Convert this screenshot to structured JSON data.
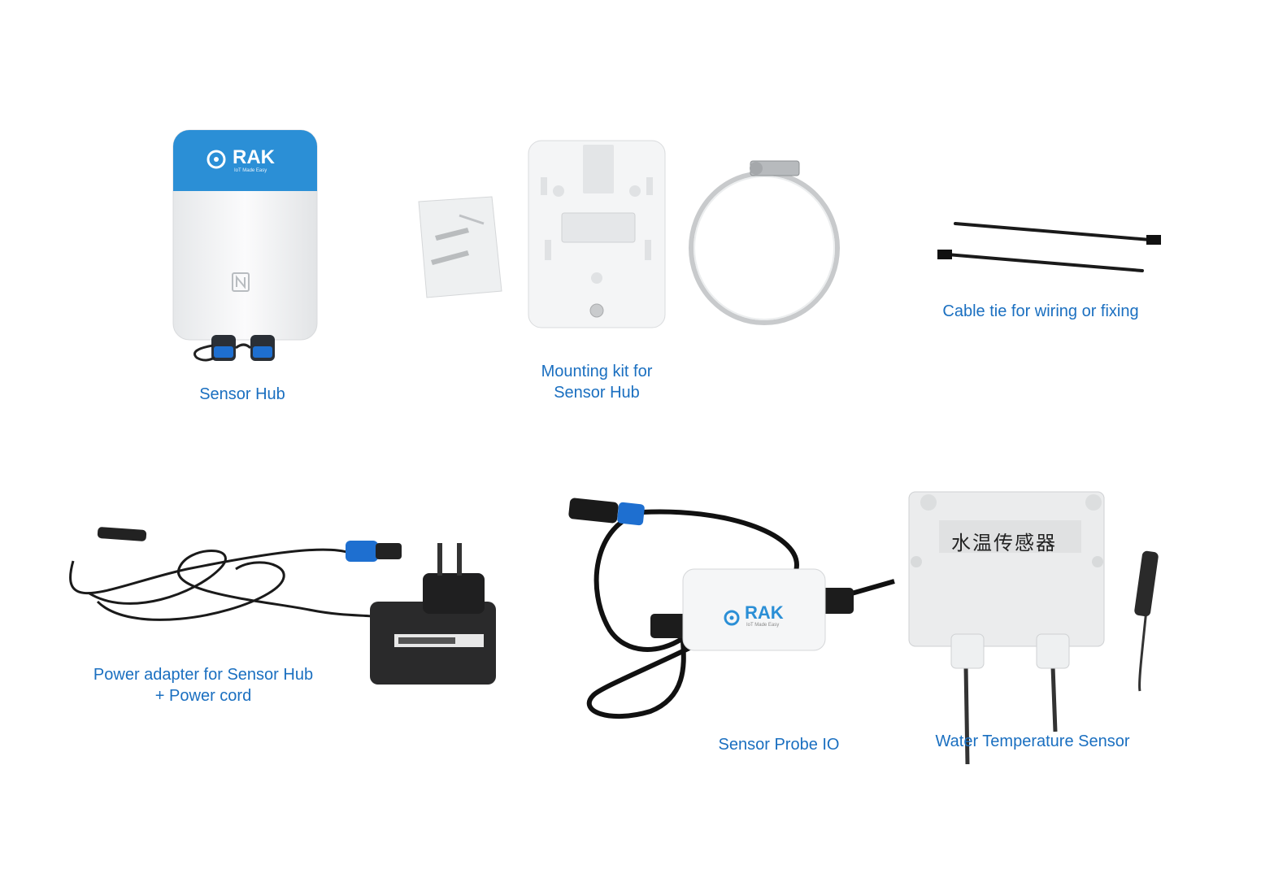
{
  "items": {
    "sensor_hub": {
      "caption": "Sensor Hub",
      "logo_text": "RAK",
      "logo_tagline": "IoT Made Easy"
    },
    "mounting_kit": {
      "caption_line1": "Mounting kit for",
      "caption_line2": "Sensor Hub"
    },
    "cable_tie": {
      "caption": "Cable tie for wiring or fixing"
    },
    "power_adapter": {
      "caption_line1": "Power adapter for Sensor Hub",
      "caption_line2": "+ Power cord"
    },
    "sensor_probe": {
      "caption": "Sensor Probe IO",
      "logo_text": "RAK",
      "logo_tagline": "IoT Made Easy"
    },
    "water_temp_sensor": {
      "caption": "Water Temperature Sensor",
      "box_label": "水温传感器"
    }
  },
  "colors": {
    "caption": "#1a6fc0",
    "rak_blue": "#2b8fd6",
    "connector_blue": "#1e6fd0"
  }
}
